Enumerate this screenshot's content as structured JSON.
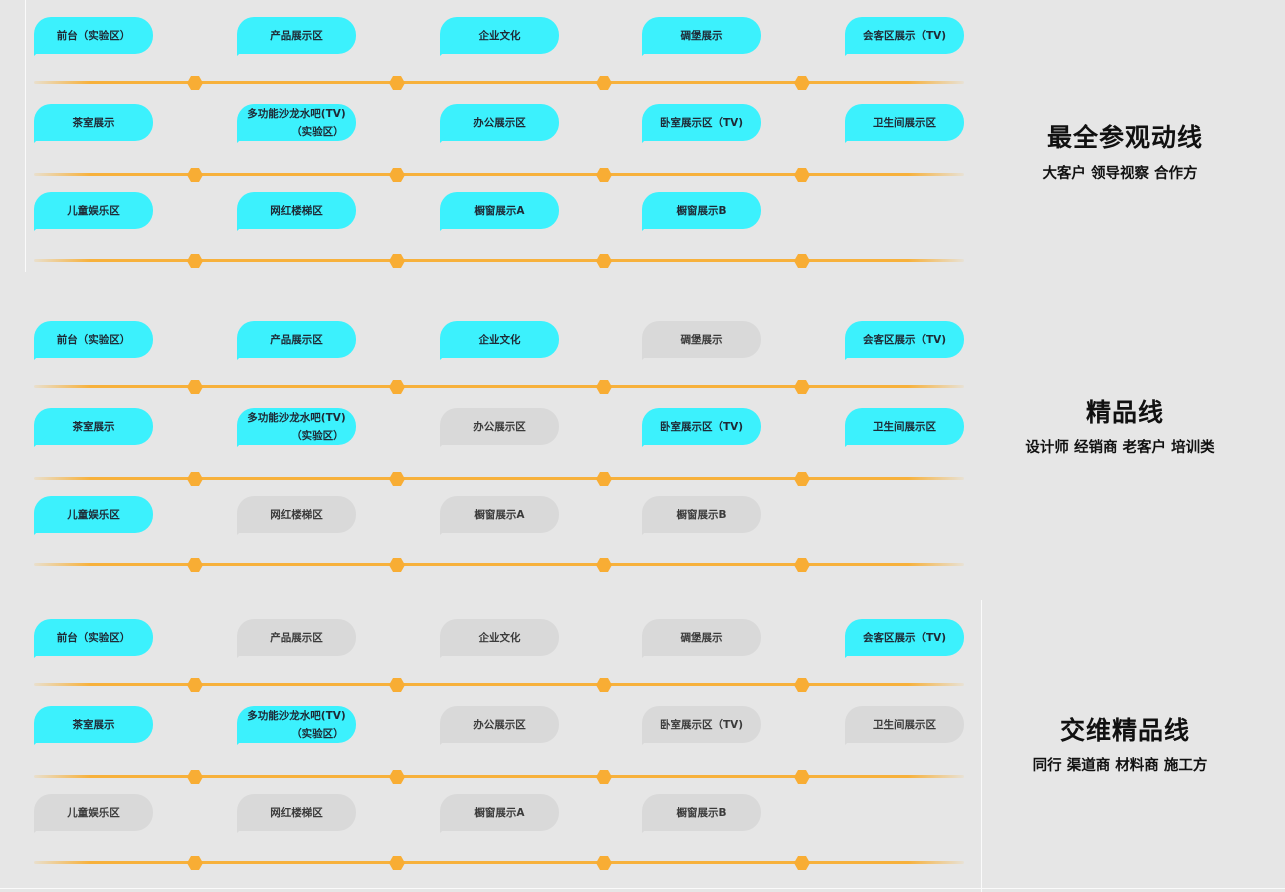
{
  "routes": [
    {
      "title": "最全参观动线",
      "subtitle": "大客户 领导视察 合作方",
      "rows": [
        [
          {
            "label": "前台（实验区）",
            "active": true
          },
          {
            "label": "产品展示区",
            "active": true
          },
          {
            "label": "企业文化",
            "active": true
          },
          {
            "label": "碉堡展示",
            "active": true
          },
          {
            "label": "会客区展示（TV)",
            "active": true
          }
        ],
        [
          {
            "label": "茶室展示",
            "active": true
          },
          {
            "label": "多功能沙龙水吧(TV)",
            "label2": "（实验区）",
            "active": true
          },
          {
            "label": "办公展示区",
            "active": true
          },
          {
            "label": "卧室展示区（TV)",
            "active": true
          },
          {
            "label": "卫生间展示区",
            "active": true
          }
        ],
        [
          {
            "label": "儿童娱乐区",
            "active": true
          },
          {
            "label": "网红楼梯区",
            "active": true
          },
          {
            "label": "橱窗展示A",
            "active": true
          },
          {
            "label": "橱窗展示B",
            "active": true
          }
        ]
      ]
    },
    {
      "title": "精品线",
      "subtitle": "设计师 经销商 老客户 培训类",
      "rows": [
        [
          {
            "label": "前台（实验区）",
            "active": true
          },
          {
            "label": "产品展示区",
            "active": true
          },
          {
            "label": "企业文化",
            "active": true
          },
          {
            "label": "碉堡展示",
            "active": false
          },
          {
            "label": "会客区展示（TV)",
            "active": true
          }
        ],
        [
          {
            "label": "茶室展示",
            "active": true
          },
          {
            "label": "多功能沙龙水吧(TV)",
            "label2": "（实验区）",
            "active": true
          },
          {
            "label": "办公展示区",
            "active": false
          },
          {
            "label": "卧室展示区（TV)",
            "active": true
          },
          {
            "label": "卫生间展示区",
            "active": true
          }
        ],
        [
          {
            "label": "儿童娱乐区",
            "active": true
          },
          {
            "label": "网红楼梯区",
            "active": false
          },
          {
            "label": "橱窗展示A",
            "active": false
          },
          {
            "label": "橱窗展示B",
            "active": false
          }
        ]
      ]
    },
    {
      "title": "交维精品线",
      "subtitle": "同行 渠道商 材料商 施工方",
      "rows": [
        [
          {
            "label": "前台（实验区）",
            "active": true
          },
          {
            "label": "产品展示区",
            "active": false
          },
          {
            "label": "企业文化",
            "active": false
          },
          {
            "label": "碉堡展示",
            "active": false
          },
          {
            "label": "会客区展示（TV)",
            "active": true
          }
        ],
        [
          {
            "label": "茶室展示",
            "active": true
          },
          {
            "label": "多功能沙龙水吧(TV)",
            "label2": "（实验区）",
            "active": true
          },
          {
            "label": "办公展示区",
            "active": false
          },
          {
            "label": "卧室展示区（TV)",
            "active": false
          },
          {
            "label": "卫生间展示区",
            "active": false
          }
        ],
        [
          {
            "label": "儿童娱乐区",
            "active": false
          },
          {
            "label": "网红楼梯区",
            "active": false
          },
          {
            "label": "橱窗展示A",
            "active": false
          },
          {
            "label": "橱窗展示B",
            "active": false
          }
        ]
      ]
    }
  ],
  "colors": {
    "active_bubble": "#3cf1fd",
    "inactive_bubble": "#d9d9d9",
    "timeline": "#f7b13c"
  }
}
